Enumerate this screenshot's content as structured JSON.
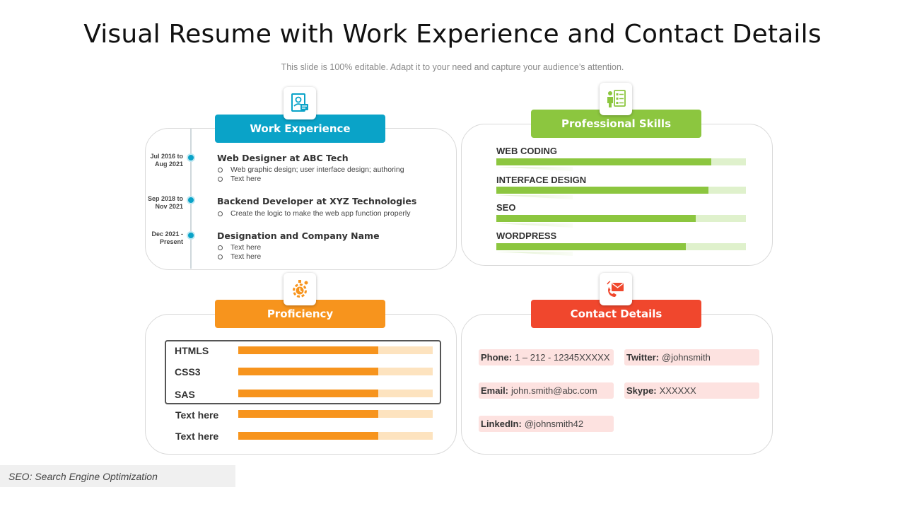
{
  "title": "Visual Resume with Work Experience and Contact Details",
  "subtitle": "This slide is 100% editable. Adapt it to your need and capture your audience’s attention.",
  "colors": {
    "work": "#0aa3c8",
    "skills": "#8cc63f",
    "proficiency": "#f7941d",
    "contact": "#f0472d"
  },
  "work_experience": {
    "header": "Work Experience",
    "icon": "resume-icon",
    "entries": [
      {
        "date_line1": "Jul 2016 to",
        "date_line2": "Aug 2021",
        "title": "Web Designer at ABC Tech",
        "bullets": [
          "Web graphic design; user interface design; authoring",
          "Text here"
        ]
      },
      {
        "date_line1": "Sep 2018 to",
        "date_line2": "Nov 2021",
        "title": "Backend Developer at XYZ Technologies",
        "bullets": [
          "Create the logic to make the web app function properly"
        ]
      },
      {
        "date_line1": "Dec 2021 -",
        "date_line2": "Present",
        "title": "Designation and Company Name",
        "bullets": [
          "Text here",
          "Text here"
        ]
      }
    ]
  },
  "professional_skills": {
    "header": "Professional Skills",
    "icon": "presentation-checklist-icon",
    "skills": [
      {
        "name": "WEB CODING",
        "level": 0.86
      },
      {
        "name": "INTERFACE  DESIGN",
        "level": 0.85
      },
      {
        "name": "SEO",
        "level": 0.8
      },
      {
        "name": "WORDPRESS",
        "level": 0.76
      }
    ]
  },
  "proficiency": {
    "header": "Proficiency",
    "icon": "gear-clock-icon",
    "items": [
      {
        "name": "HTMLS",
        "level": 0.72
      },
      {
        "name": "CSS3",
        "level": 0.72
      },
      {
        "name": "SAS",
        "level": 0.72
      },
      {
        "name": "Text here",
        "level": 0.72
      },
      {
        "name": "Text here",
        "level": 0.72
      }
    ]
  },
  "contact_details": {
    "header": "Contact Details",
    "icon": "phone-envelope-icon",
    "phone_label": "Phone:",
    "phone": "1 – 212 - 12345XXXXX",
    "twitter_label": "Twitter:",
    "twitter": "@johnsmith",
    "email_label": "Email:",
    "email": "john.smith@abc.com",
    "skype_label": "Skype:",
    "skype": "XXXXXX",
    "linkedin_label": "LinkedIn:",
    "linkedin": "@johnsmith42"
  },
  "footnote": "SEO: Search Engine Optimization"
}
